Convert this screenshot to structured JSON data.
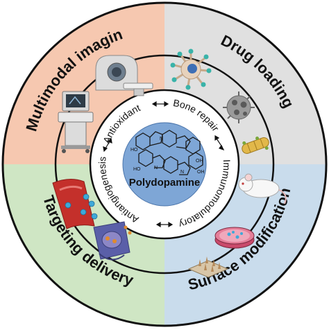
{
  "colors": {
    "multimodal": "#f6c8b0",
    "drug": "#e0e0e0",
    "targeting": "#cfe6c4",
    "surface": "#c9dcec",
    "core": "#7ea6d6",
    "ring": "#111111"
  },
  "quadrants": {
    "multimodal_imaging": "Multimodal imaging",
    "drug_loading": "Drug loading",
    "targeting_delivery": "Targeting delivery",
    "surface_modification": "Surface modification"
  },
  "properties": {
    "antioxidant": "Antioxidant",
    "bone_repair": "Bone repair",
    "immunomodulatory": "Immunomodulatory",
    "antiangiogenesis": "Antiangiogenesis"
  },
  "center": {
    "title": "Polydopamine",
    "structure_labels": [
      "HO",
      "HO",
      "OH",
      "OH",
      "N",
      "N",
      "N"
    ]
  },
  "icons": [
    "ct-scanner-icon",
    "ultrasound-machine-icon",
    "immune-cell-icon",
    "nanoparticle-icon",
    "bacterium-icon",
    "blood-vessel-icon",
    "cell-uptake-icon",
    "mouse-icon",
    "petri-dish-icon",
    "microneedle-patch-icon"
  ]
}
